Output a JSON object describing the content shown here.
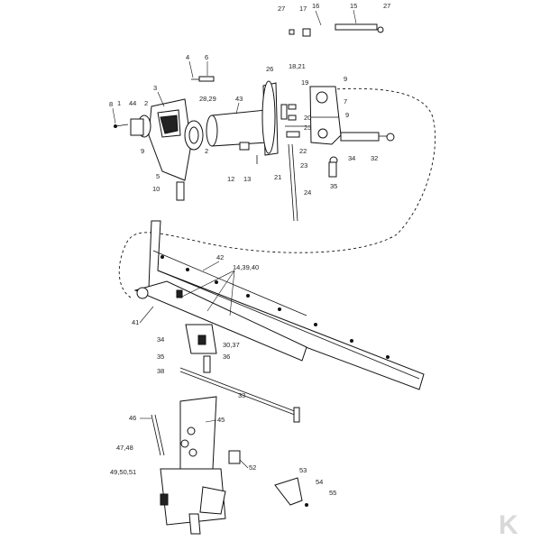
{
  "watermark": "K",
  "callouts": {
    "c1": "1",
    "c2": "2",
    "c2b": "2",
    "c3": "3",
    "c4": "4",
    "c5": "5",
    "c6": "6",
    "c7": "7",
    "c8": "8",
    "c9a": "9",
    "c9b": "9",
    "c9c": "9",
    "c10": "10",
    "c12": "12",
    "c13": "13",
    "c15": "15",
    "c16": "16",
    "c17": "17",
    "c18_21": "18,21",
    "c19": "19",
    "c20": "20",
    "c21": "21",
    "c22": "22",
    "c23": "23",
    "c24": "24",
    "c25": "25",
    "c26": "26",
    "c27a": "27",
    "c27b": "27",
    "c28_29": "28,29",
    "c32": "32",
    "c33": "33",
    "c34a": "34",
    "c34b": "34",
    "c35a": "35",
    "c35b": "35",
    "c36": "36",
    "c38": "38",
    "c30_37": "30,37",
    "c41": "41",
    "c42": "42",
    "c43": "43",
    "c44": "44",
    "c14_39_40": "14,39,40",
    "c45": "45",
    "c46": "46",
    "c47_48": "47,48",
    "c49_50_51": "49,50,51",
    "c52": "52",
    "c53": "53",
    "c54": "54",
    "c55": "55"
  }
}
